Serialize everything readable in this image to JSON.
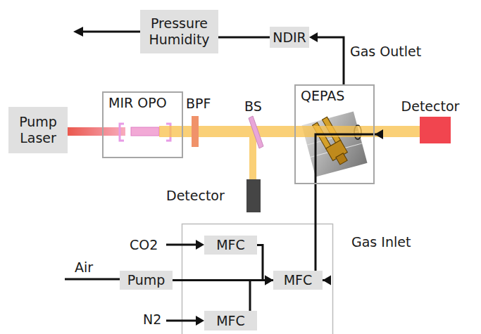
{
  "diagram": {
    "nodes": [
      {
        "text": [
          "Pressure Humidity"
        ]
      },
      {
        "text": [
          "NDIR"
        ]
      },
      {
        "text": [
          "Pump Laser"
        ]
      },
      {
        "text": [
          "MIR OPO"
        ]
      },
      {
        "text": [
          "QEPAS"
        ]
      },
      {
        "text": [
          "Detector"
        ]
      },
      {
        "text": [
          "Detector"
        ]
      },
      {
        "text": [
          "MFC"
        ]
      },
      {
        "text": [
          "Pump"
        ]
      },
      {
        "text": [
          "MFC"
        ]
      },
      {
        "text": [
          "MFC"
        ]
      }
    ],
    "edges": [
      {
        "from": 1,
        "to": 0,
        "arrow": "none"
      },
      {
        "from": 4,
        "to": 1,
        "arrow": "to",
        "label": "Gas Outlet"
      },
      {
        "from": 7,
        "to": 9,
        "arrow": "to"
      },
      {
        "from": 8,
        "to": 9,
        "arrow": "to"
      },
      {
        "from": 10,
        "to": 9,
        "arrow": "to"
      },
      {
        "from": 9,
        "to": 4,
        "arrow": "to",
        "label": "Gas Inlet"
      }
    ],
    "labels": [
      "BPF",
      "BS",
      "CO2",
      "Air",
      "N2"
    ]
  }
}
